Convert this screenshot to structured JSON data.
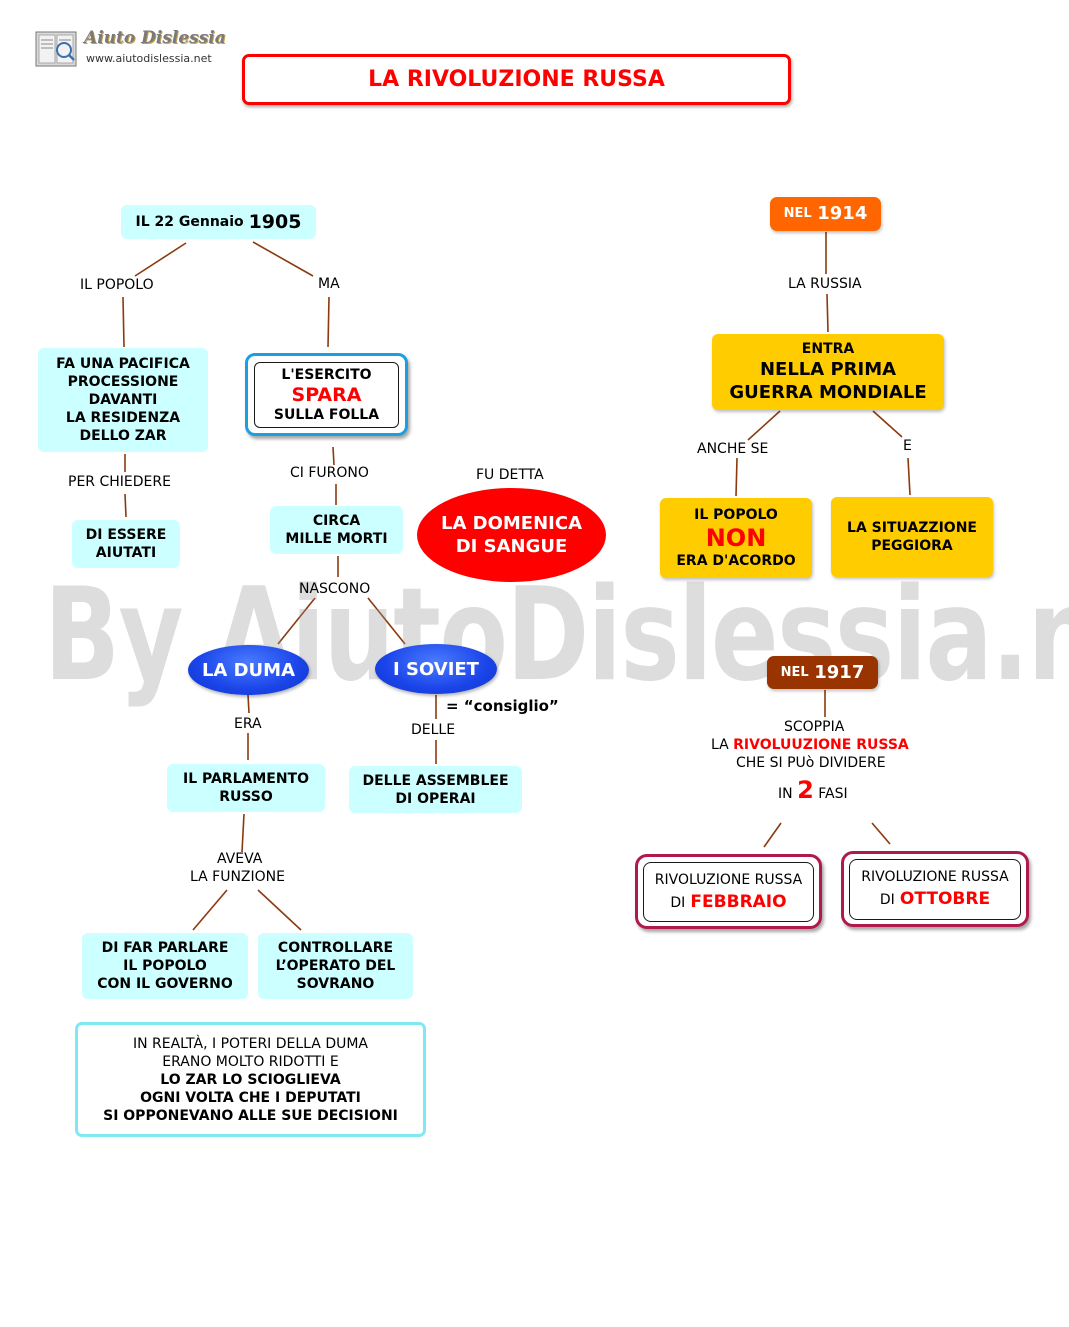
{
  "title": "LA RIVOLUZIONE RUSSA",
  "logo": {
    "name": "Aiuto Dislessia",
    "url": "www.aiutodislessia.net"
  },
  "watermark": "By AiutoDislessia.net",
  "colors": {
    "red": "#ff0000",
    "cyan_box": "#ccffff",
    "gold_box": "#ffcc00",
    "orange_box": "#ff6600",
    "brown_box": "#993300",
    "blue_oval": "#1a44e8",
    "crimson_border": "#cc1144",
    "connector": "#8b3a0f"
  },
  "left": {
    "date_prefix": "IL 22 Gennaio",
    "date_year": "1905",
    "link_people": "IL POPOLO",
    "link_but": "MA",
    "procession": [
      "FA UNA PACIFICA",
      "PROCESSIONE",
      "DAVANTI",
      "LA RESIDENZA",
      "DELLO ZAR"
    ],
    "link_ask": "PER CHIEDERE",
    "help": [
      "DI ESSERE",
      "AIUTATI"
    ],
    "army_1": "L'ESERCITO",
    "army_2": "SPARA",
    "army_3": "SULLA  FOLLA",
    "link_were": "CI FURONO",
    "deaths": [
      "CIRCA",
      "MILLE MORTI"
    ],
    "link_called": "FU DETTA",
    "bloody_sunday": [
      "LA DOMENICA",
      "DI SANGUE"
    ],
    "link_born": "NASCONO",
    "duma": "LA DUMA",
    "soviet": "I SOVIET",
    "soviet_meaning": "= “consiglio”",
    "link_was": "ERA",
    "parliament": [
      "IL PARLAMENTO",
      "RUSSO"
    ],
    "link_of": "DELLE",
    "assemblies": [
      "DELLE ASSEMBLEE",
      "DI OPERAI"
    ],
    "link_function_1": "AVEVA",
    "link_function_2": "LA FUNZIONE",
    "function_a": [
      "DI FAR PARLARE",
      "IL POPOLO",
      "CON IL GOVERNO"
    ],
    "function_b": [
      "CONTROLLARE",
      "L’OPERATO DEL",
      "SOVRANO"
    ],
    "note": [
      "IN REALTÀ, I POTERI DELLA DUMA",
      "ERANO MOLTO RIDOTTI E",
      "LO ZAR LO SCIOGLIEVA",
      "OGNI VOLTA CHE I DEPUTATI",
      "SI OPPONEVANO ALLE SUE DECISIONI"
    ]
  },
  "right": {
    "nel_1914_prefix": "NEL",
    "nel_1914_year": "1914",
    "link_russia": "LA RUSSIA",
    "war": [
      "ENTRA",
      "NELLA PRIMA",
      "GUERRA MONDIALE"
    ],
    "link_although": "ANCHE SE",
    "link_and": "E",
    "people_1": "IL POPOLO",
    "people_2": "NON",
    "people_3": "ERA D'ACORDO",
    "situation": [
      "LA SITUAZZIONE",
      "PEGGIORA"
    ],
    "nel_1917_prefix": "NEL",
    "nel_1917_year": "1917",
    "breaks_out": "SCOPPIA",
    "revolution_prefix": "LA",
    "revolution_name": "RIVOLUUZIONE RUSSA",
    "divide": "CHE SI PUò DIVIDERE",
    "phases_in": "IN",
    "phases_num": "2",
    "phases_word": "FASI",
    "feb_1": "RIVOLUZIONE RUSSA",
    "feb_2": "DI",
    "feb_3": "FEBBRAIO",
    "oct_1": "RIVOLUZIONE RUSSA",
    "oct_2": "DI",
    "oct_3": "OTTOBRE"
  }
}
